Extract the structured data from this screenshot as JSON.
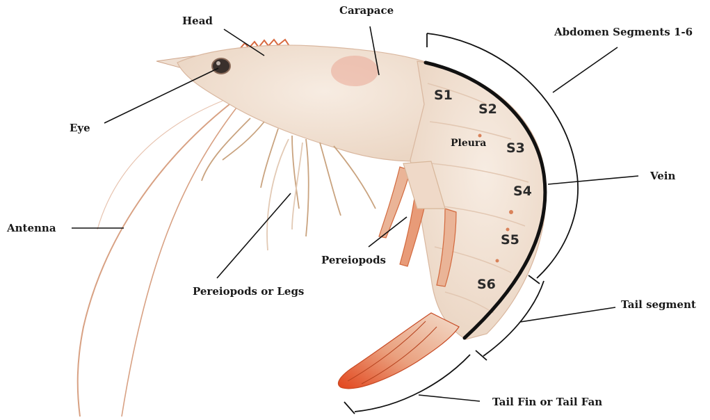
{
  "labels": {
    "head": "Head",
    "carapace": "Carapace",
    "abdomen_segments": "Abdomen Segments 1-6",
    "eye": "Eye",
    "antenna": "Antenna",
    "pereiopods_or_legs": "Pereiopods or Legs",
    "pereiopods": "Pereiopods",
    "pleura": "Pleura",
    "vein": "Vein",
    "tail_segment": "Tail segment",
    "tail_fin": "Tail Fin or Tail Fan"
  },
  "segments": [
    "S1",
    "S2",
    "S3",
    "S4",
    "S5",
    "S6"
  ],
  "colors": {
    "shell": "#f3e4d6",
    "shell_shadow": "#e6cdb8",
    "orange": "#d9532a",
    "leg_line": "#c9a37f",
    "vein": "#111111",
    "leader": "#111111"
  }
}
